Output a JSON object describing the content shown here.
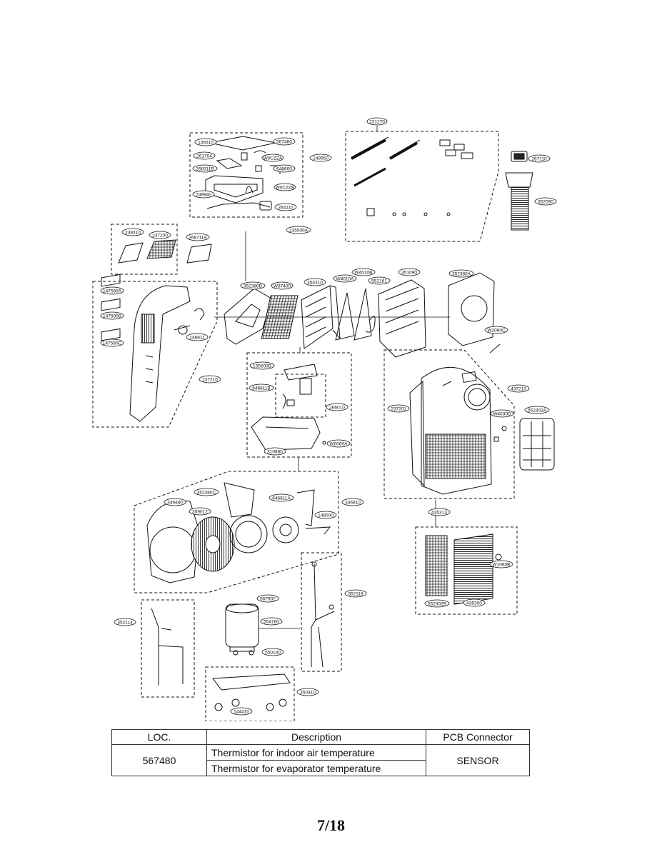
{
  "part_labels": {
    "p231270": "231270",
    "p135510": "135510",
    "p567480": "567480",
    "p261704": "261704",
    "pW0CZZA": "W0CZZA",
    "p249950": "249950",
    "p268311B": "268311B",
    "p648600": "648600",
    "p249940": "249940",
    "pW0CZZB": "W0CZZB",
    "p264110": "264110",
    "p267110": "267110",
    "p352090": "352090",
    "p238310": "238310",
    "p237200": "237200",
    "p268711A": "268711A",
    "p135500A": "135500A",
    "p147590A": "147590A",
    "p147590B": "147590B",
    "p147590C": "147590C",
    "p146811": "146811",
    "p137210": "137210",
    "p352380B": "352380B",
    "pW37400": "W37400",
    "p354310": "354310",
    "pW4010A": "W4010A",
    "pW4010B": "W4010B",
    "p552161": "552161",
    "p351090": "351090",
    "p352380A": "352380A",
    "pW2060C": "W2060C",
    "p135500B": "135500B",
    "p646811B": "646811B",
    "p266010": "266010",
    "pW0060A": "W0060A",
    "p310860": "310860",
    "p237201": "237201",
    "p437213": "437213",
    "pW4030D": "W4030D",
    "p552302A": "552302A",
    "p435313": "435313",
    "pW1060B": "W1060B",
    "p552302B": "552302B",
    "p435300": "435300",
    "p349480": "349480",
    "p352380C": "352380C",
    "p359012": "359012",
    "p646811A": "646811A",
    "p336610": "336610",
    "p148000": "148000",
    "p352118": "352118",
    "p567902": "567902",
    "p554160": "554160",
    "p352114": "352114",
    "p550140": "550140",
    "p350410": "350410",
    "p144410": "144410"
  },
  "table": {
    "headers": {
      "loc": "LOC.",
      "description": "Description",
      "connector": "PCB Connector"
    },
    "loc": "567480",
    "descriptions": [
      "Thermistor for indoor air temperature",
      "Thermistor for evaporator temperature"
    ],
    "connector": "SENSOR"
  },
  "page_number": "7/18"
}
